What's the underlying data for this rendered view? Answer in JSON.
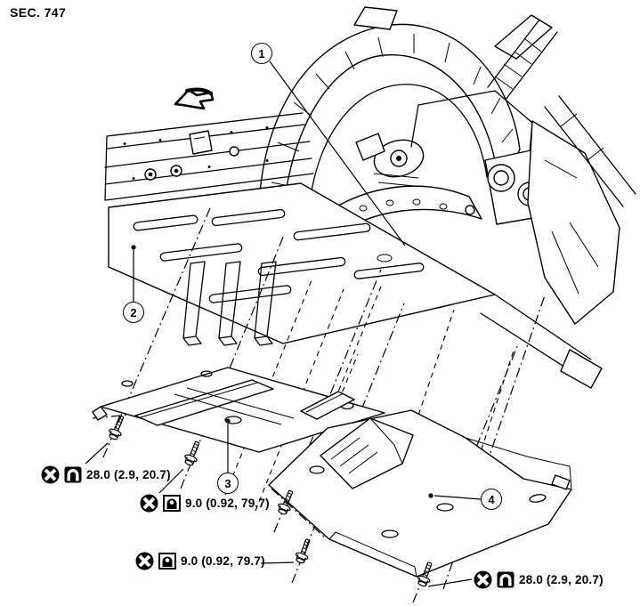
{
  "header": {
    "section_label": "SEC. 747"
  },
  "diagram": {
    "front_arrow_icon": "front-direction-arrow-icon",
    "callouts": [
      {
        "label": "1"
      },
      {
        "label": "2"
      },
      {
        "label": "3"
      },
      {
        "label": "4"
      }
    ],
    "torque_specs": [
      {
        "value": "28.0 (2.9, 20.7)",
        "icons": [
          "circle-x-icon",
          "wrench-nut-icon"
        ]
      },
      {
        "value": "9.0 (0.92, 79.7)",
        "icons": [
          "circle-x-icon",
          "wrench-nut-dot-icon"
        ]
      },
      {
        "value": "9.0 (0.92, 79.7)",
        "icons": [
          "circle-x-icon",
          "wrench-nut-dot-icon"
        ]
      },
      {
        "value": "28.0 (2.9, 20.7)",
        "icons": [
          "circle-x-icon",
          "wrench-nut-icon"
        ]
      }
    ],
    "colors": {
      "line": "#000000",
      "background": "#ffffff"
    }
  }
}
